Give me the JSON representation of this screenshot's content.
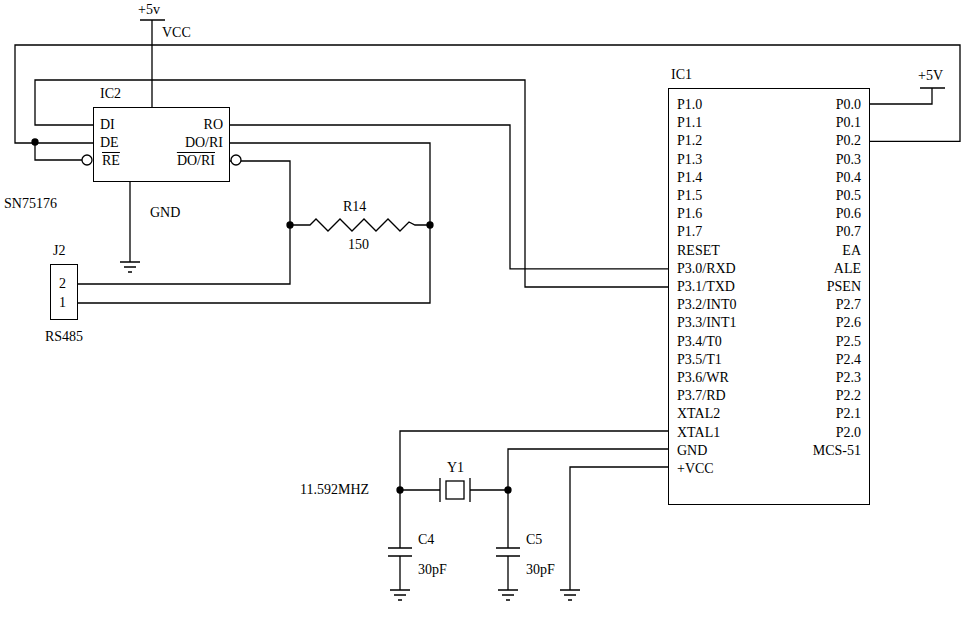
{
  "diagram": {
    "nodes": [
      {
        "text": [
          "IC2",
          "DI",
          "DE",
          "RE",
          "RO",
          "DO/RI",
          "DO/RI"
        ]
      },
      {
        "text": [
          "IC1",
          "P1.0",
          "P1.1",
          "P1.2",
          "P1.3",
          "P1.4",
          "P1.5",
          "P1.6",
          "P1.7",
          "RESET",
          "P3.0/RXD",
          "P3.1/TXD",
          "P3.2/INT0",
          "P3.3/INT1",
          "P3.4/T0",
          "P3.5/T1",
          "P3.6/WR",
          "P3.7/RD",
          "XTAL2",
          "XTAL1",
          "GND",
          "+VCC",
          "P0.0",
          "P0.1",
          "P0.2",
          "P0.3",
          "P0.4",
          "P0.5",
          "P0.6",
          "P0.7",
          "EA",
          "ALE",
          "PSEN",
          "P2.7",
          "P2.6",
          "P2.5",
          "P2.4",
          "P2.3",
          "P2.2",
          "P2.1",
          "P2.0",
          "MCS-51"
        ]
      },
      {
        "text": [
          "J2",
          "2",
          "1",
          "RS485"
        ]
      }
    ],
    "edges": [
      {
        "from": 0,
        "to": 1,
        "arrow": "none"
      },
      {
        "from": 0,
        "to": 1,
        "arrow": "none"
      },
      {
        "from": 0,
        "to": 1,
        "arrow": "none"
      },
      {
        "from": 0,
        "to": 2,
        "arrow": "none"
      },
      {
        "from": 0,
        "to": 2,
        "arrow": "none"
      }
    ],
    "labels": [
      "+5v",
      "VCC",
      "GND",
      "SN75176",
      "+5V",
      "R14",
      "150",
      "Y1",
      "11.592MHZ",
      "C4",
      "30pF",
      "C5",
      "30pF"
    ]
  }
}
